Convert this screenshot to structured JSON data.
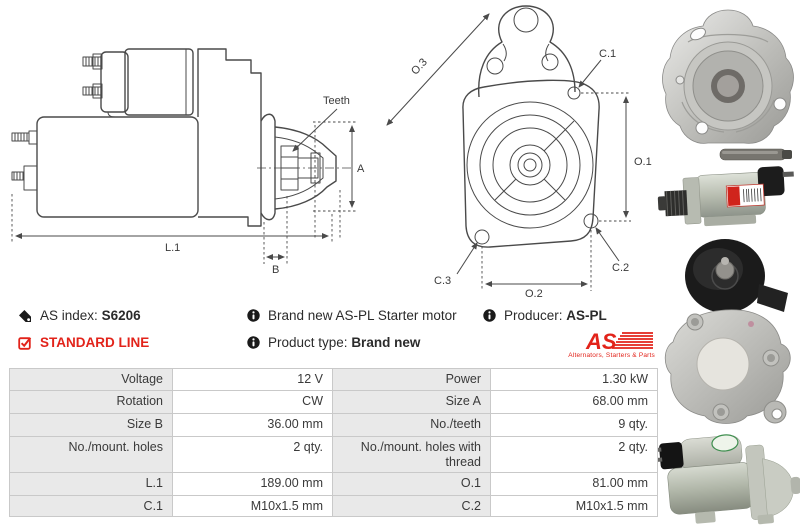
{
  "colors": {
    "accent_red": "#e2231a",
    "table_label_bg": "#e9e9e9",
    "table_border": "#c9c9c9"
  },
  "info": {
    "as_index_label": "AS index:",
    "as_index_value": "S6206",
    "standard_line": "STANDARD LINE",
    "description": "Brand new AS-PL Starter motor",
    "product_type_label": "Product type:",
    "product_type_value": "Brand new",
    "producer_label": "Producer:",
    "producer_value": "AS-PL"
  },
  "logo": {
    "as": "AS",
    "tagline": "Alternators, Starters & Parts"
  },
  "diagram_side": {
    "labels": {
      "teeth": "Teeth",
      "a": "A",
      "l1": "L.1",
      "b": "B"
    }
  },
  "diagram_front": {
    "labels": {
      "o3": "O.3",
      "c1": "C.1",
      "o1": "O.1",
      "c2": "C.2",
      "c3": "C.3",
      "o2": "O.2"
    }
  },
  "spec_table": {
    "left": [
      {
        "label": "Voltage",
        "value": "12 V"
      },
      {
        "label": "Rotation",
        "value": "CW"
      },
      {
        "label": "Size B",
        "value": "36.00 mm"
      },
      {
        "label": "No./mount. holes",
        "value": "2 qty."
      },
      {
        "label": "L.1",
        "value": "189.00 mm"
      },
      {
        "label": "C.1",
        "value": "M10x1.5 mm"
      }
    ],
    "right": [
      {
        "label": "Power",
        "value": "1.30 kW"
      },
      {
        "label": "Size A",
        "value": "68.00 mm"
      },
      {
        "label": "No./teeth",
        "value": "9 qty."
      },
      {
        "label": "No./mount. holes with thread",
        "value": "2 qty."
      },
      {
        "label": "O.1",
        "value": "81.00 mm"
      },
      {
        "label": "C.2",
        "value": "M10x1.5 mm"
      }
    ]
  }
}
